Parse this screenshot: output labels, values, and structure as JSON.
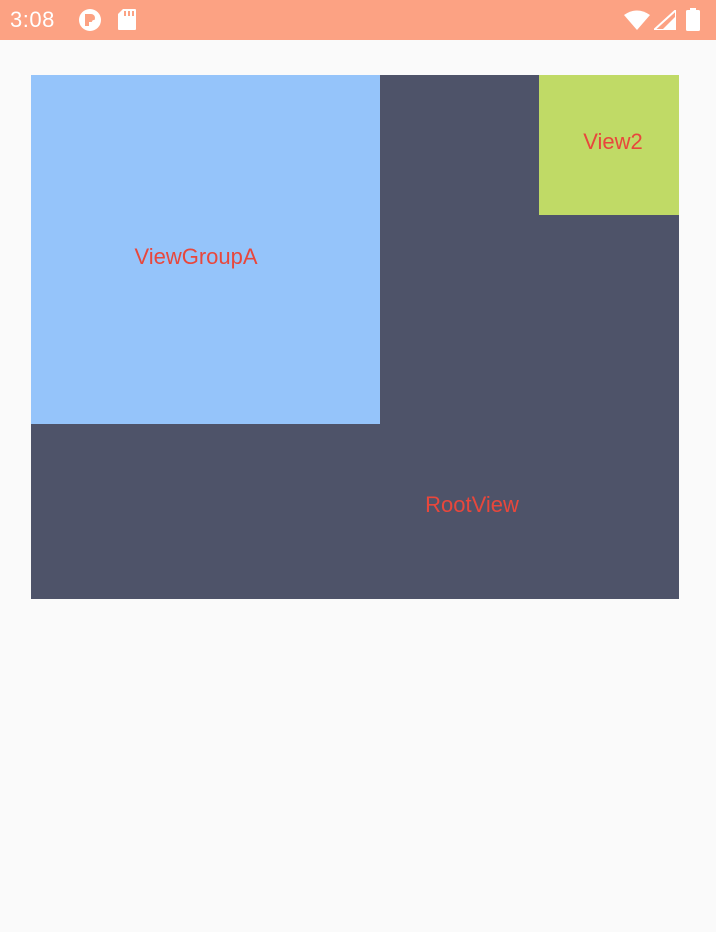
{
  "status_bar": {
    "time": "3:08",
    "background": "#fca283",
    "icons": [
      "app-notification-icon",
      "sd-card-icon",
      "wifi-icon",
      "cell-signal-icon",
      "battery-icon"
    ]
  },
  "root_view": {
    "label": "RootView",
    "background": "#4e5369"
  },
  "view_group_a": {
    "label": "ViewGroupA",
    "background": "#95c4fa"
  },
  "view2": {
    "label": "View2",
    "background": "#c0da66"
  },
  "colors": {
    "label_text": "#e8473c",
    "page_background": "#fafafa"
  }
}
